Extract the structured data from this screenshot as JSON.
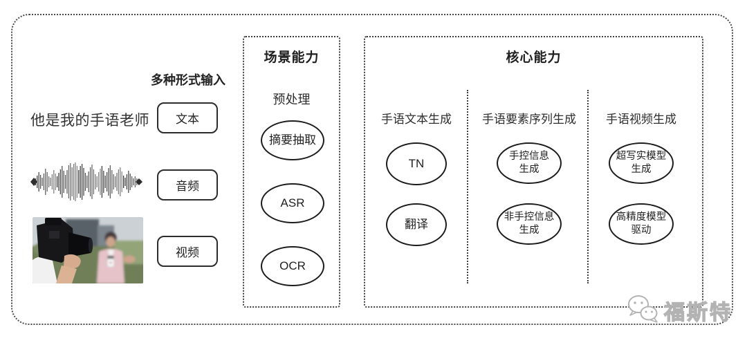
{
  "colors": {
    "frame_border": "#4a4a4a",
    "box_border": "#2b2b2b",
    "node_border": "#1c1c1c",
    "text": "#2b2b2b",
    "watermark": "#b3b3b3"
  },
  "input_section": {
    "label": "多种形式输入",
    "sentence": "他是我的手语老师",
    "graphics": [
      "audio-waveform",
      "reporter-photo"
    ],
    "inputs": [
      {
        "label": "文本"
      },
      {
        "label": "音频"
      },
      {
        "label": "视频"
      }
    ]
  },
  "scene_section": {
    "title": "场景能力",
    "subtitle": "预处理",
    "nodes": [
      {
        "lines": [
          "摘要抽取"
        ]
      },
      {
        "lines": [
          "ASR"
        ]
      },
      {
        "lines": [
          "OCR"
        ]
      }
    ]
  },
  "core_section": {
    "title": "核心能力",
    "columns": [
      {
        "header": "手语文本生成",
        "nodes": [
          {
            "lines": [
              "TN"
            ]
          },
          {
            "lines": [
              "翻译"
            ]
          }
        ]
      },
      {
        "header": "手语要素序列生成",
        "nodes": [
          {
            "lines": [
              "手控信息",
              "生成"
            ]
          },
          {
            "lines": [
              "非手控信息",
              "生成"
            ]
          }
        ]
      },
      {
        "header": "手语视频生成",
        "nodes": [
          {
            "lines": [
              "超写实模型",
              "生成"
            ]
          },
          {
            "lines": [
              "高精度模型",
              "驱动"
            ]
          }
        ]
      }
    ]
  },
  "watermark": {
    "text": "福斯特",
    "icon": "chat-bubbles-icon"
  }
}
